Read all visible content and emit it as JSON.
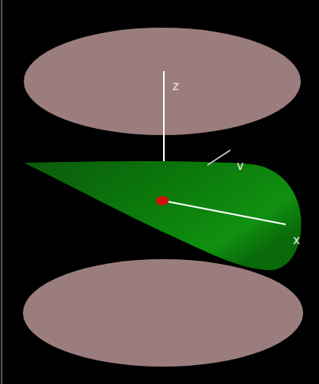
{
  "diagram": {
    "labels": [
      "z",
      "v",
      "x"
    ]
  }
}
